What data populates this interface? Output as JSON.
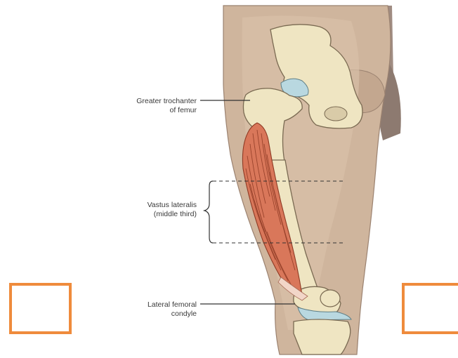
{
  "labels": {
    "greater_trochanter": [
      "Greater trochanter",
      "of femur"
    ],
    "vastus_lateralis": [
      "Vastus lateralis",
      "(middle third)"
    ],
    "lateral_femoral_condyle": [
      "Lateral femoral",
      "condyle"
    ]
  },
  "colors": {
    "skin": "#cfb59d",
    "skin_shadow": "#b89a82",
    "background_dark": "#8d7a70",
    "bone": "#efe5c2",
    "bone_outline": "#7a6a52",
    "cartilage": "#b9d8e0",
    "muscle": "#d9775a",
    "muscle_fiber": "#8e3a24",
    "frame_orange": "#ef8b3c",
    "label_text": "#3a3a3a"
  }
}
